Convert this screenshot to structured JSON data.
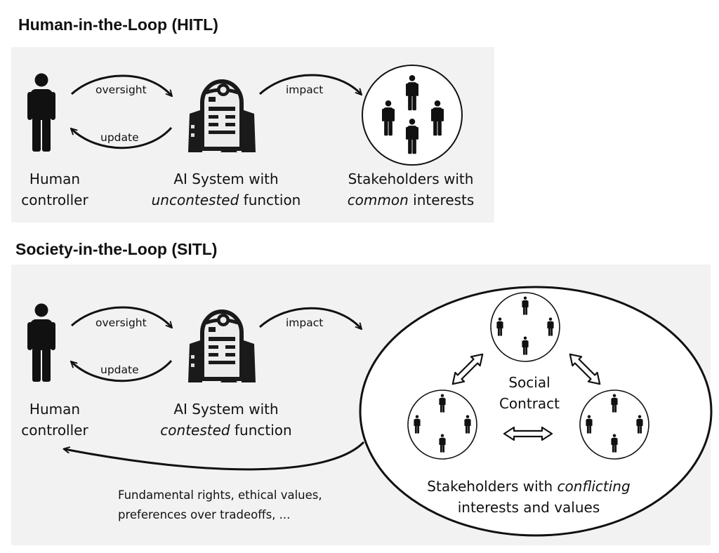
{
  "hitl": {
    "title": "Human-in-the-Loop (HITL)",
    "arrow_oversight": "oversight",
    "arrow_update": "update",
    "arrow_impact": "impact",
    "human_line1": "Human",
    "human_line2": "controller",
    "ai_line1": "AI System with",
    "ai_emph": "uncontested",
    "ai_rest": " function",
    "stake_line1": "Stakeholders with",
    "stake_emph": "common",
    "stake_rest": " interests"
  },
  "sitl": {
    "title": "Society-in-the-Loop (SITL)",
    "arrow_oversight": "oversight",
    "arrow_update": "update",
    "arrow_impact": "impact",
    "human_line1": "Human",
    "human_line2": "controller",
    "ai_line1": "AI System with",
    "ai_emph": "contested",
    "ai_rest": " function",
    "contract_line1": "Social",
    "contract_line2": "Contract",
    "stake_prefix": "Stakeholders with ",
    "stake_emph": "conflicting",
    "stake_line2": "interests and values",
    "feedback_line1": "Fundamental rights, ethical values,",
    "feedback_line2": "preferences over tradeoffs, ..."
  },
  "colors": {
    "panel": "#f2f2f2",
    "ink": "#111111",
    "robot_dark": "#1a1a1a",
    "robot_light": "#e9e9e9"
  },
  "icons": [
    "person-icon",
    "robot-icon",
    "stakeholder-group-icon",
    "double-arrow-icon"
  ]
}
